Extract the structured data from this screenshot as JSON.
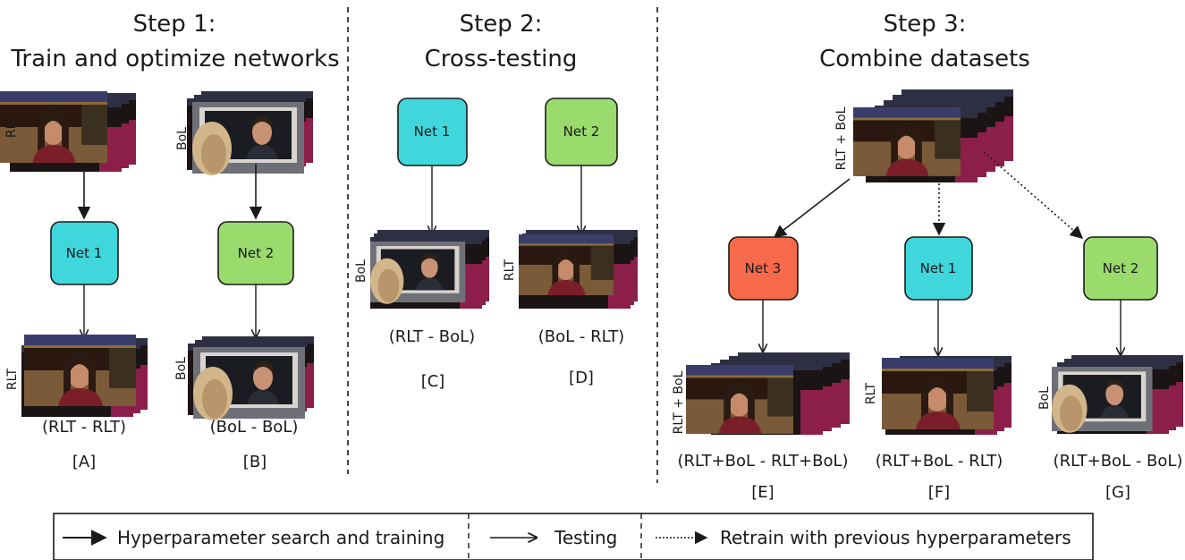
{
  "steps": [
    {
      "line1": "Step 1:",
      "line2": "Train and optimize networks"
    },
    {
      "line1": "Step 2:",
      "line2": "Cross-testing"
    },
    {
      "line1": "Step 3:",
      "line2": "Combine datasets"
    }
  ],
  "nets": {
    "a_top": "Net 1",
    "b_top": "Net 2",
    "c": "Net 1",
    "d": "Net 2",
    "e": "Net 3",
    "f": "Net 1",
    "g": "Net 2"
  },
  "dataset_labels": {
    "a_in": "RLT",
    "b_in": "BoL",
    "a_out": "RLT",
    "b_out": "BoL",
    "c_out": "BoL",
    "d_out": "RLT",
    "step3_in": "RLT + BoL",
    "e_out": "RLT + BoL",
    "f_out": "RLT",
    "g_out": "BoL"
  },
  "captions": {
    "a": "(RLT - RLT)",
    "b": "(BoL - BoL)",
    "c": "(RLT - BoL)",
    "d": "(BoL - RLT)",
    "e": "(RLT+BoL - RLT+BoL)",
    "f": "(RLT+BoL - RLT)",
    "g": "(RLT+BoL - BoL)"
  },
  "ids": {
    "a": "[A]",
    "b": "[B]",
    "c": "[C]",
    "d": "[D]",
    "e": "[E]",
    "f": "[F]",
    "g": "[G]"
  },
  "legend": {
    "train": "Hyperparameter search and training",
    "test": "Testing",
    "retrain": "Retrain with previous hyperparameters"
  },
  "colors": {
    "net1": "#3fd6dc",
    "net2": "#9bdb6e",
    "net3": "#f6694a"
  }
}
